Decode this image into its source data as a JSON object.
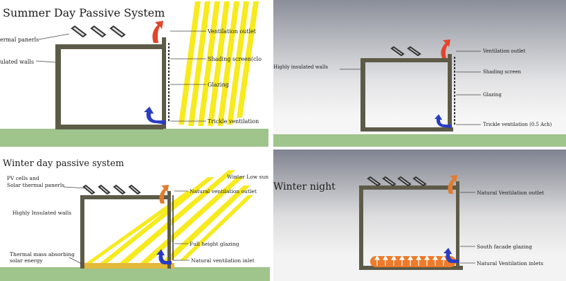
{
  "panels": {
    "summer_day": {
      "title": "Summer Day Passive System",
      "labels": {
        "thermal_panels": "ermal panerls",
        "insulated_walls": "ulated walls",
        "ventilation_outlet": "Ventilation outlet",
        "shading_screen": "Shading screen(clo",
        "glazing": "Glazing",
        "trickle_ventilation": "Trickle ventilation"
      }
    },
    "summer_night": {
      "labels": {
        "insulated_walls": "Highly insulated walls",
        "ventilation_outlet": "Ventilation outlet",
        "shading_screen": "Shading screen",
        "glazing": "Glazing",
        "trickle_ventilation": "Trickle ventilation (0.5 Ach)"
      }
    },
    "winter_day": {
      "title": "Winter day passive system",
      "labels": {
        "pv_cells": "PV cells and",
        "solar_panels": "Solar thermal panerls",
        "winter_sun": "Winter Low sun",
        "insulated_walls": "Highly Insulated walls",
        "natural_ventilation_outlet": "Natural ventilation outlet",
        "full_height_glazing": "Full height glazing",
        "thermal_mass_1": "Thermal mass absorbing",
        "thermal_mass_2": "solar energy",
        "natural_ventilation_inlet": "Natural ventilation inlet"
      }
    },
    "winter_night": {
      "title": "Winter night",
      "labels": {
        "natural_ventilation_outlet": "Natural Ventilation outlet",
        "south_facade_glazing": "South facade glazing",
        "natural_ventilation_inlets": "Natural Ventilation inlets"
      }
    }
  },
  "colors": {
    "ground": "#9fc48c",
    "wall": "#5d5a48",
    "sun_rays": "#f7ea1d",
    "warm_arrow": "#e0452d",
    "cool_arrow": "#2a3cc4",
    "heat_strip": "#ef7a2a"
  }
}
